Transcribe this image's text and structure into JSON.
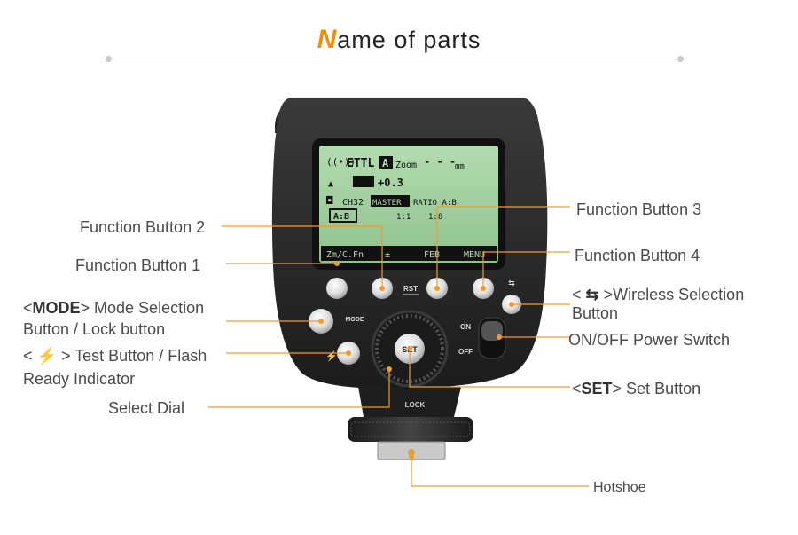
{
  "header": {
    "title_first": "N",
    "title_rest": "ame of parts"
  },
  "lcd": {
    "mode": "ETTL",
    "zoom_badge": "A",
    "zoom": "Zoom",
    "zoom_value": "- - -",
    "zoom_unit": "mm",
    "comp": "+0.3",
    "channel": "CH32",
    "master": "MASTER",
    "ratio": "RATIO A:B",
    "group": "A:B",
    "ratio1": "1:1",
    "ratio2": "1:8",
    "softkeys": [
      "Zm/C.Fn",
      "±",
      "FEB",
      "MENU"
    ]
  },
  "device": {
    "rst": "RST",
    "mode": "MODE",
    "set": "SET",
    "on": "ON",
    "off": "OFF",
    "lock": "LOCK"
  },
  "labels": {
    "fb2": "Function Button 2",
    "fb1": "Function Button 1",
    "mode_open": "<",
    "mode_key": "MODE",
    "mode_rest": "> Mode Selection",
    "mode_line2": "Button / Lock button",
    "test_open": "<",
    "test_rest": "> Test Button / Flash",
    "test_line2": "Ready Indicator",
    "dial": "Select Dial",
    "fb3": "Function Button 3",
    "fb4": "Function Button 4",
    "wireless_open": "<",
    "wireless_rest": ">Wireless Selection",
    "wireless_line2": "Button",
    "power": "ON/OFF Power Switch",
    "set_open": "<",
    "set_key": "SET",
    "set_rest": "> Set Button",
    "hotshoe": "Hotshoe"
  },
  "colors": {
    "accent": "#f28c0f",
    "leader": "#f39a2c",
    "lcd": "#9bc99b",
    "body": "#2a2a2a"
  }
}
